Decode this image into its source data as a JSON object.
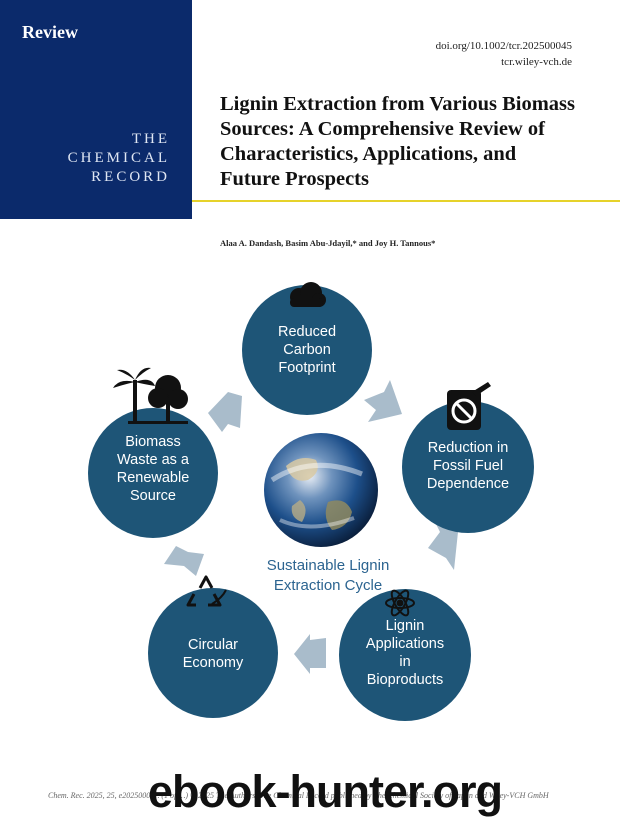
{
  "header": {
    "section_label": "Review",
    "journal_name": [
      "THE",
      "CHEMICAL",
      "RECORD"
    ],
    "doi": "doi.org/10.1002/tcr.202500045",
    "site": "tcr.wiley-vch.de"
  },
  "article": {
    "title": "Lignin Extraction from Various Biomass Sources: A Comprehensive Review of Characteristics, Applications, and Future Prospects",
    "authors": "Alaa A. Dandash, Basim Abu-Jdayil,* and Joy H. Tannous*"
  },
  "diagram": {
    "center_label": [
      "Sustainable Lignin",
      "Extraction Cycle"
    ],
    "nodes": [
      {
        "lines": [
          "Reduced",
          "Carbon",
          "Footprint"
        ],
        "icon": "cloud-icon"
      },
      {
        "lines": [
          "Reduction in",
          "Fossil Fuel",
          "Dependence"
        ],
        "icon": "no-fuel-icon"
      },
      {
        "lines": [
          "Lignin",
          "Applications",
          "in",
          "Bioproducts"
        ],
        "icon": "atom-icon"
      },
      {
        "lines": [
          "Circular",
          "Economy"
        ],
        "icon": "recycle-icon"
      },
      {
        "lines": [
          "Biomass",
          "Waste as a",
          "Renewable",
          "Source"
        ],
        "icon": "trees-icon"
      }
    ],
    "colors": {
      "node": "#1e5577",
      "arrow": "#a9bccb",
      "cycle_text": "#2c6490",
      "banner": "#0b2a6b",
      "rule": "#e6d22a"
    }
  },
  "footer": {
    "citation": "Chem. Rec. 2025, 25, e2025000 … (1 of …) © 2025 The Authors. The Chemical Record published by The Chemical Society of Japan and Wiley-VCH GmbH",
    "watermark": "ebook-hunter.org"
  }
}
